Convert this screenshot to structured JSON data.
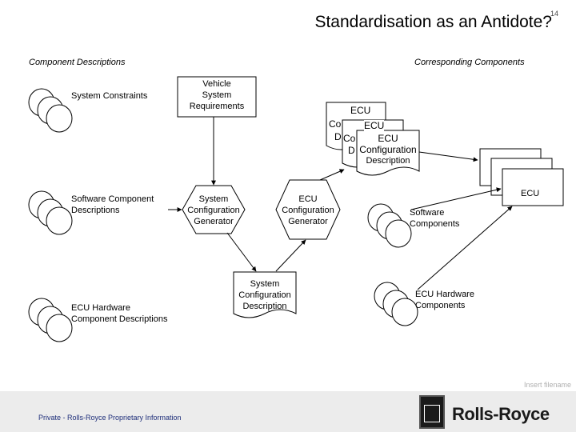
{
  "slide": {
    "title": "Standardisation as an Antidote?",
    "number": "14"
  },
  "headers": {
    "left": "Component Descriptions",
    "right": "Corresponding Components"
  },
  "nodes": {
    "system_constraints": "System Constraints",
    "vehicle_system_requirements": [
      "Vehicle",
      "System",
      "Requirements"
    ],
    "software_component_descriptions": [
      "Software Component",
      "Descriptions"
    ],
    "system_configuration_generator": [
      "System",
      "Configuration",
      "Generator"
    ],
    "ecu_configuration_generator": [
      "ECU",
      "Configuration",
      "Generator"
    ],
    "system_configuration_description": [
      "System",
      "Configuration",
      "Description"
    ],
    "ecu_hardware_component_descriptions": [
      "ECU Hardware",
      "Component Descriptions"
    ],
    "ecu_config_desc_back1": [
      "ECU",
      "Co",
      "D"
    ],
    "ecu_config_desc_back2": [
      "ECU",
      "Co",
      "D"
    ],
    "ecu_config_desc_front": [
      "ECU",
      "Configuration",
      "Description"
    ],
    "ecu": "ECU",
    "software_components": [
      "Software",
      "Components"
    ],
    "ecu_hardware_components": [
      "ECU Hardware",
      "Components"
    ]
  },
  "footer": {
    "confidentiality": "Private - Rolls-Royce Proprietary Information",
    "filename_placeholder": "Insert filename",
    "brand": "Rolls-Royce"
  }
}
